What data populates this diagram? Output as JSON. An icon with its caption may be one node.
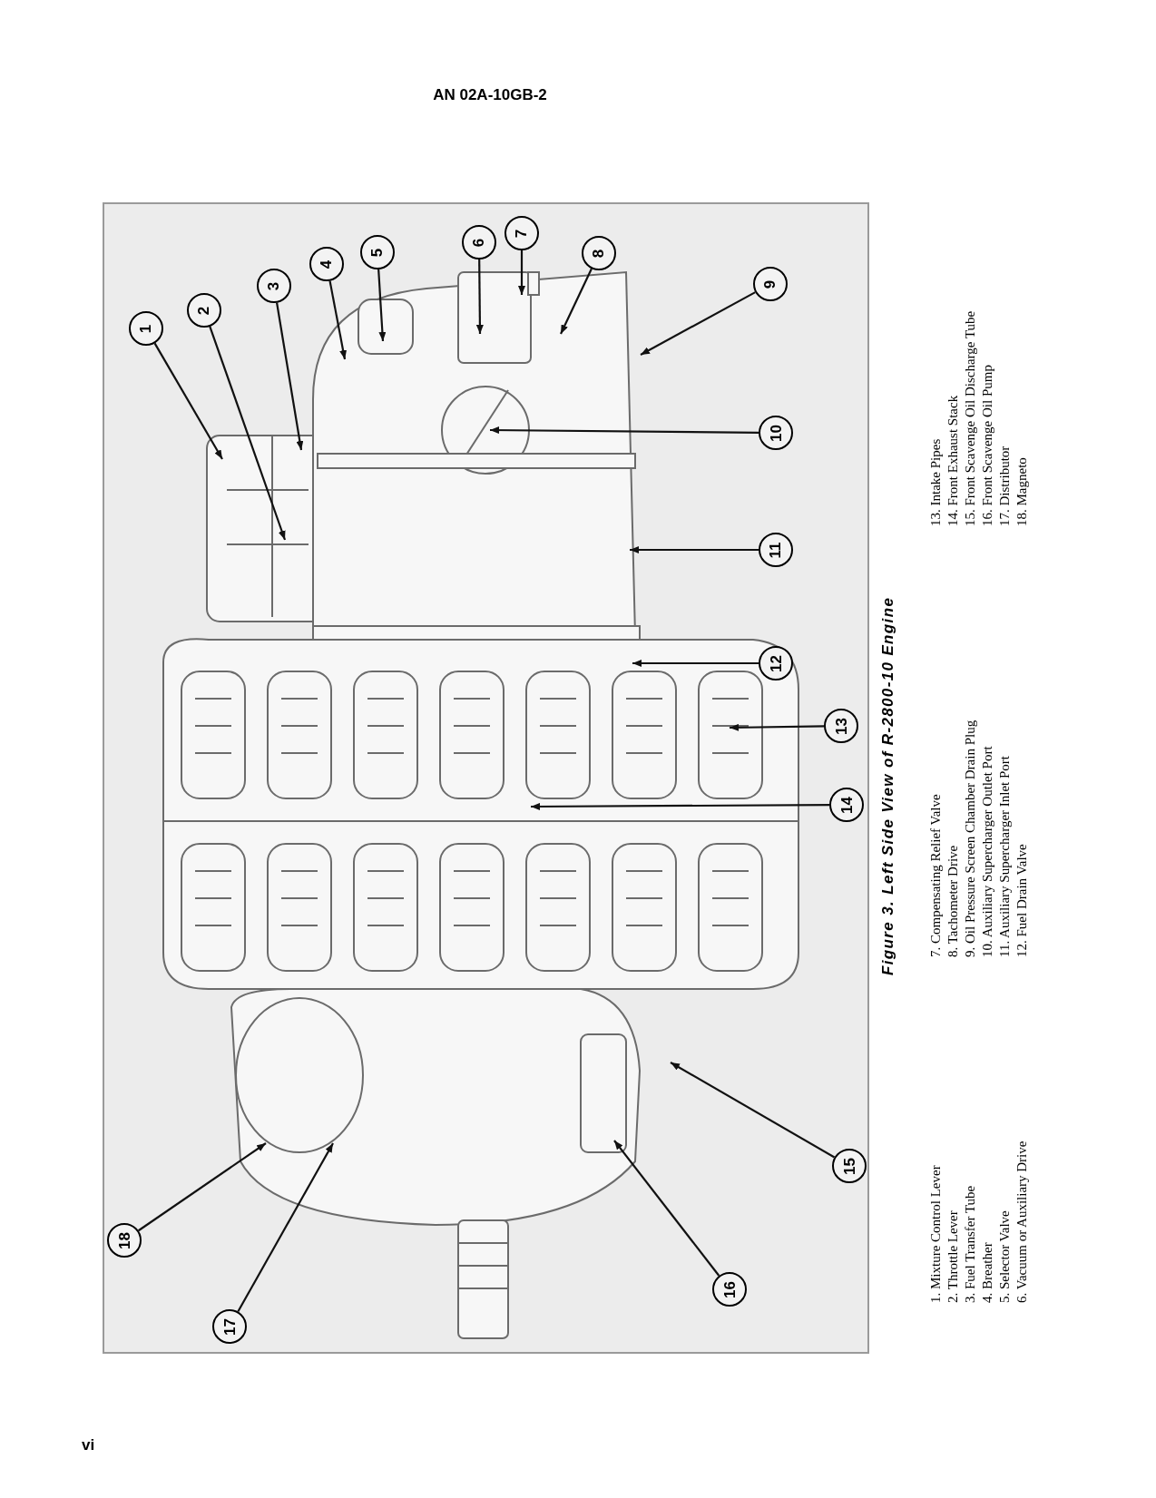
{
  "diagram": {
    "caption": "Figure 3. Left Side View of R-2800-10 Engine",
    "nodes": [
      {
        "text": [
          "1"
        ]
      },
      {
        "text": [
          "2"
        ]
      },
      {
        "text": [
          "3"
        ]
      },
      {
        "text": [
          "4"
        ]
      },
      {
        "text": [
          "5"
        ]
      },
      {
        "text": [
          "6"
        ]
      },
      {
        "text": [
          "7"
        ]
      },
      {
        "text": [
          "8"
        ]
      },
      {
        "text": [
          "9"
        ]
      },
      {
        "text": [
          "10"
        ]
      },
      {
        "text": [
          "11"
        ]
      },
      {
        "text": [
          "12"
        ]
      },
      {
        "text": [
          "13"
        ]
      },
      {
        "text": [
          "14"
        ]
      },
      {
        "text": [
          "15"
        ]
      },
      {
        "text": [
          "16"
        ]
      },
      {
        "text": [
          "17"
        ]
      },
      {
        "text": [
          "18"
        ]
      }
    ],
    "edges": [
      {
        "from": 0,
        "to": null,
        "arrow": "to"
      },
      {
        "from": 1,
        "to": null,
        "arrow": "to"
      },
      {
        "from": 2,
        "to": null,
        "arrow": "to"
      },
      {
        "from": 3,
        "to": null,
        "arrow": "to"
      },
      {
        "from": 4,
        "to": null,
        "arrow": "to"
      },
      {
        "from": 5,
        "to": null,
        "arrow": "to"
      },
      {
        "from": 6,
        "to": null,
        "arrow": "to"
      },
      {
        "from": 7,
        "to": null,
        "arrow": "to"
      },
      {
        "from": 8,
        "to": null,
        "arrow": "to"
      },
      {
        "from": 9,
        "to": null,
        "arrow": "to"
      },
      {
        "from": 10,
        "to": null,
        "arrow": "to"
      },
      {
        "from": 11,
        "to": null,
        "arrow": "to"
      },
      {
        "from": 12,
        "to": null,
        "arrow": "to"
      },
      {
        "from": 13,
        "to": null,
        "arrow": "to"
      },
      {
        "from": 14,
        "to": null,
        "arrow": "to"
      },
      {
        "from": 15,
        "to": null,
        "arrow": "to"
      },
      {
        "from": 16,
        "to": null,
        "arrow": "to"
      },
      {
        "from": 17,
        "to": null,
        "arrow": "to"
      }
    ],
    "labels": [
      "AN 02A-10GB-2",
      "1. Mixture Control Lever",
      "2. Throttle Lever",
      "3. Fuel Transfer Tube",
      "4. Breather",
      "5. Selector Valve",
      "6. Vacuum or Auxiliary Drive",
      "7. Compensating Relief Valve",
      "8. Tachometer Drive",
      "9. Oil Pressure Screen Chamber Drain Plug",
      "10. Auxiliary Supercharger Outlet Port",
      "11. Auxiliary Supercharger Inlet Port",
      "12. Fuel Drain Valve",
      "13. Intake Pipes",
      "14. Front Exhaust Stack",
      "15. Front Scavenge Oil Discharge Tube",
      "16. Front Scavenge Oil Pump",
      "17. Distributor",
      "18. Magneto",
      "vi"
    ]
  }
}
